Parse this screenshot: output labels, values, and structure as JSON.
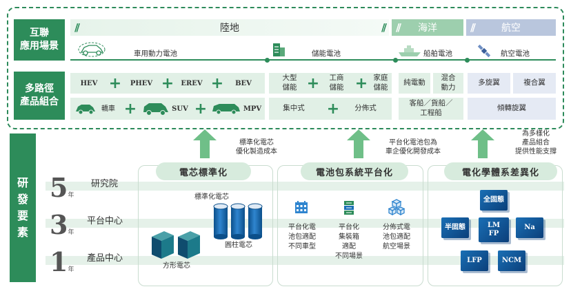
{
  "top": {
    "interconnect_label": "互聯\n應用場景",
    "multipath_label": "多路徑\n產品組合",
    "domains": [
      {
        "label": "陸地",
        "slashes": "//"
      },
      {
        "label": "海洋",
        "slashes": "//"
      },
      {
        "label": "航空",
        "slashes": "//"
      }
    ],
    "applications": [
      {
        "label": "車用動力電池",
        "icon": "car-icon"
      },
      {
        "label": "儲能電池",
        "icon": "storage-icon"
      },
      {
        "label": "船舶電池",
        "icon": "ship-icon"
      },
      {
        "label": "航空電池",
        "icon": "satellite-icon"
      }
    ],
    "land_row1": [
      "HEV",
      "PHEV",
      "EREV",
      "BEV"
    ],
    "land_row2": [
      "轎車",
      "SUV",
      "MPV"
    ],
    "storage_row1": [
      "大型\n儲能",
      "工商\n儲能",
      "家庭\n儲能"
    ],
    "storage_row2": [
      "集中式",
      "分佈式"
    ],
    "ship_row1": [
      "純電動",
      "混合\n動力"
    ],
    "ship_row2": "客船／貨船／\n工程船",
    "air_row1": [
      "多旋翼",
      "複合翼"
    ],
    "air_row2": "傾轉旋翼"
  },
  "bottom": {
    "side_label": "研\n發\n要\n素",
    "levels": [
      {
        "num": "5",
        "unit": "年",
        "label": "研究院"
      },
      {
        "num": "3",
        "unit": "年",
        "label": "平台中心"
      },
      {
        "num": "1",
        "unit": "年",
        "label": "產品中心"
      }
    ],
    "pillars": [
      {
        "title": "電芯標準化",
        "note": "標準化電芯\n優化製造成本"
      },
      {
        "title": "電池包系統平台化",
        "note": "平台化電池包為\n車企優化開發成本"
      },
      {
        "title": "電化學體系差異化",
        "note": "為多樣化\n產品組合\n提供性能支撐"
      }
    ],
    "cell_std_label": "標準化電芯",
    "cylinder_label": "圓柱電芯",
    "prismatic_label": "方形電芯",
    "platform_items": [
      {
        "label": "平台化電\n池包適配\n不同車型",
        "icon": "grid-icon"
      },
      {
        "label": "平台化\n集裝箱\n適配\n不同場景",
        "icon": "container-icon"
      },
      {
        "label": "分佈式電\n池包適配\n航空場景",
        "icon": "cubes-icon"
      }
    ],
    "chemistries": [
      "全固態",
      "半固態",
      "LM\nFP",
      "Na",
      "LFP",
      "NCM"
    ]
  },
  "colors": {
    "primary": "#2d8c5a",
    "light": "#e1f0e6",
    "arrow": "#6fbf88",
    "blue": "#1a6fb5"
  }
}
